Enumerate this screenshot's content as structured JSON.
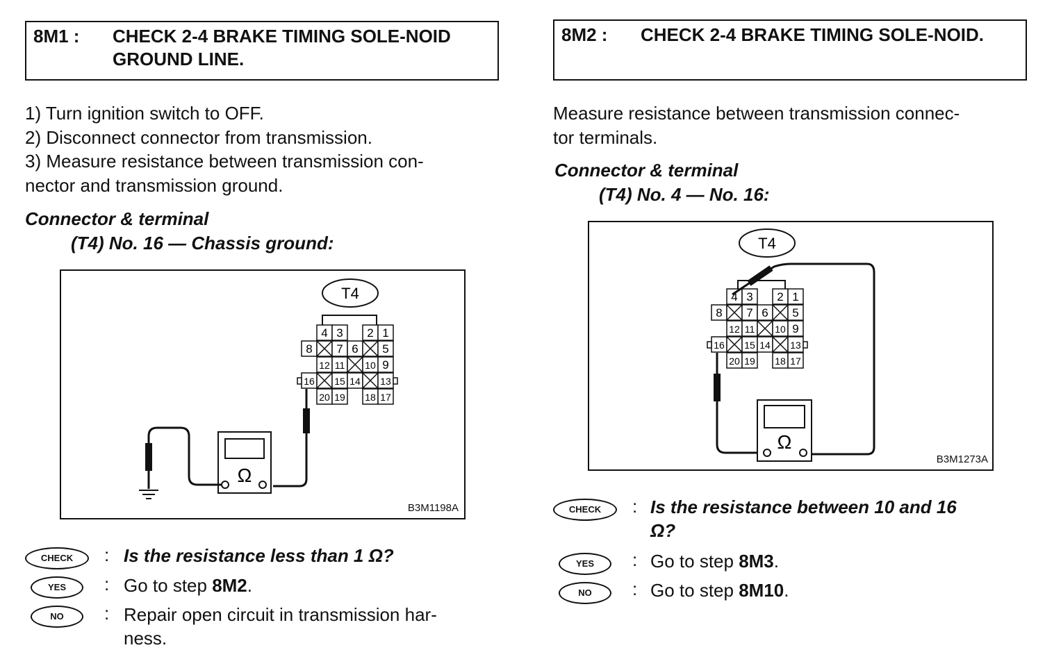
{
  "left": {
    "step_id": "8M1 :",
    "step_title": "CHECK 2-4 BRAKE TIMING SOLE-NOID GROUND LINE.",
    "instructions": [
      "1)  Turn ignition switch to OFF.",
      "2)  Disconnect connector from transmission.",
      "3)  Measure resistance between transmission con-",
      "nector and transmission ground."
    ],
    "connector_heading": "Connector & terminal",
    "connector_spec": "(T4) No. 16 — Chassis ground:",
    "figure": {
      "connector_label": "T4",
      "meter_symbol": "Ω",
      "code": "B3M1198A",
      "terminals": [
        "4",
        "3",
        "2",
        "1",
        "8",
        "7",
        "6",
        "5",
        "12",
        "11",
        "10",
        "9",
        "16",
        "15",
        "14",
        "13",
        "20",
        "19",
        "18",
        "17"
      ]
    },
    "answers": {
      "check_badge": "CHECK",
      "check_text": "Is the resistance less than 1 Ω?",
      "yes_badge": "YES",
      "yes_prefix": "Go to step ",
      "yes_step": "8M2",
      "yes_suffix": ".",
      "no_badge": "NO",
      "no_text_1": "Repair open circuit in transmission har-",
      "no_text_2": "ness."
    }
  },
  "right": {
    "step_id": "8M2 :",
    "step_title": "CHECK 2-4 BRAKE TIMING SOLE-NOID.",
    "instructions": [
      "Measure resistance between transmission connec-",
      "tor terminals."
    ],
    "connector_heading": "Connector & terminal",
    "connector_spec": "(T4) No. 4 — No. 16:",
    "figure": {
      "connector_label": "T4",
      "meter_symbol": "Ω",
      "code": "B3M1273A",
      "terminals": [
        "4",
        "3",
        "2",
        "1",
        "8",
        "7",
        "6",
        "5",
        "12",
        "11",
        "10",
        "9",
        "16",
        "15",
        "14",
        "13",
        "20",
        "19",
        "18",
        "17"
      ]
    },
    "answers": {
      "check_badge": "CHECK",
      "check_text_1": "Is the resistance between 10 and 16",
      "check_text_2": "Ω?",
      "yes_badge": "YES",
      "yes_prefix": "Go to step ",
      "yes_step": "8M3",
      "yes_suffix": ".",
      "no_badge": "NO",
      "no_prefix": "Go to step ",
      "no_step": "8M10",
      "no_suffix": "."
    }
  },
  "colon": ":"
}
